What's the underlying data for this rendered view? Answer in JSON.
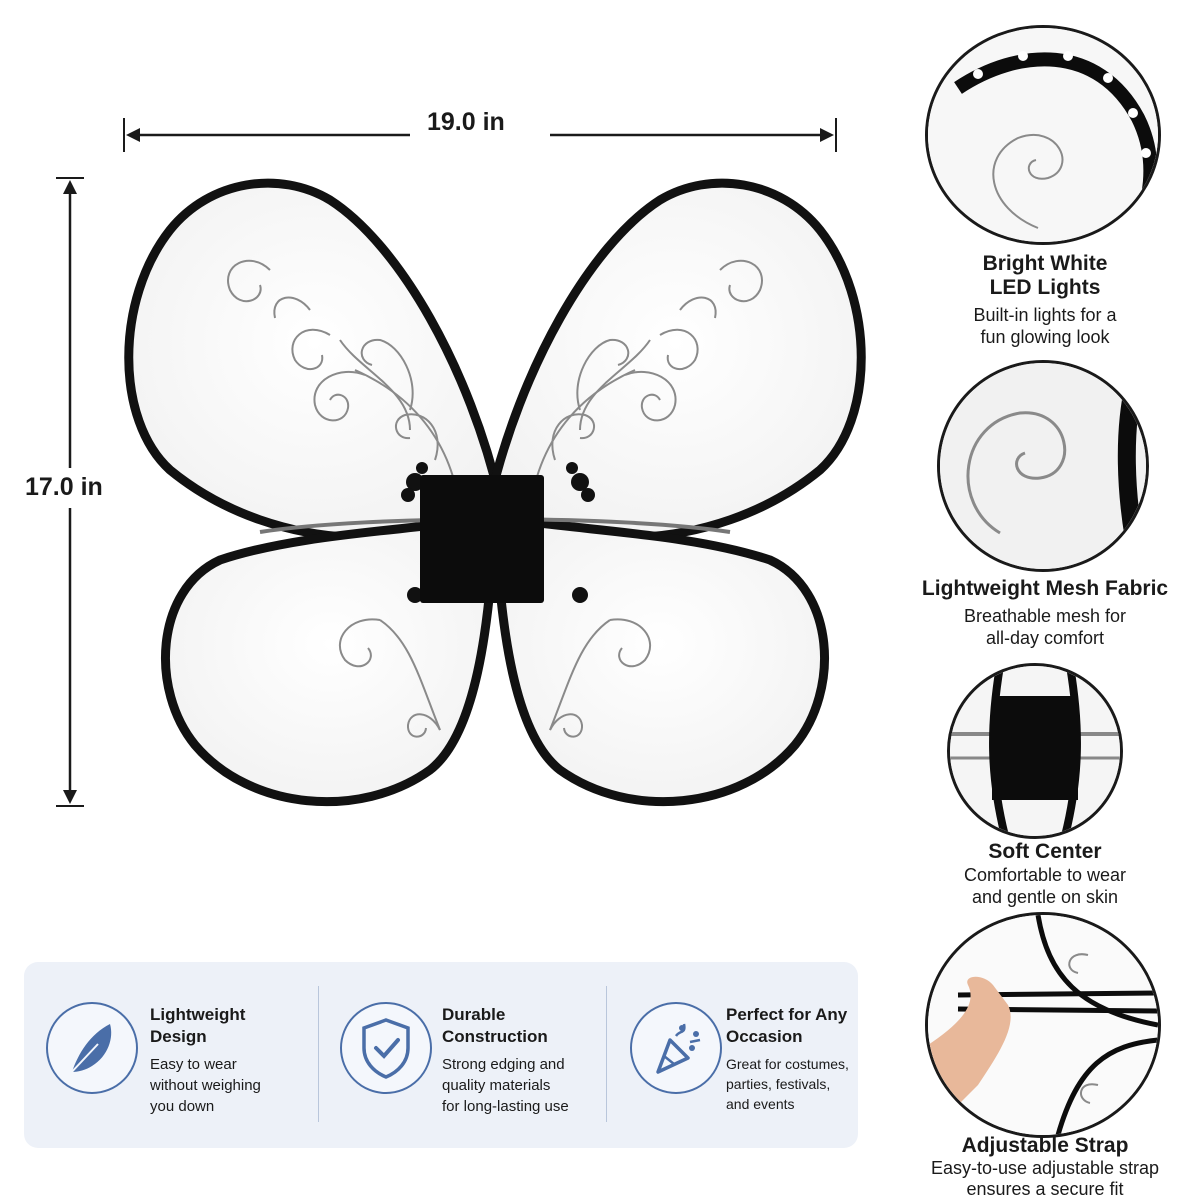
{
  "dimensions": {
    "width_label": "19.0 in",
    "height_label": "17.0 in"
  },
  "features": [
    {
      "title_line1": "Bright White",
      "title_line2": "LED Lights",
      "desc_line1": "Built-in lights for a",
      "desc_line2": "fun glowing look"
    },
    {
      "title_line1": "Lightweight Mesh Fabric",
      "desc_line1": "Breathable mesh for",
      "desc_line2": "all-day comfort"
    },
    {
      "title_line1": "Soft Center",
      "desc_line1": "Comfortable to wear",
      "desc_line2": "and gentle on skin"
    },
    {
      "title_line1": "Adjustable Strap",
      "desc_line1": "Easy-to-use adjustable strap",
      "desc_line2": "ensures a secure fit"
    }
  ],
  "info": [
    {
      "icon": "feather-icon",
      "title_line1": "Lightweight",
      "title_line2": "Design",
      "desc_line1": "Easy to wear",
      "desc_line2": "without weighing",
      "desc_line3": "you down"
    },
    {
      "icon": "shield-check-icon",
      "title_line1": "Durable",
      "title_line2": "Construction",
      "desc_line1": "Strong edging and",
      "desc_line2": "quality materials",
      "desc_line3": "for long-lasting use"
    },
    {
      "icon": "party-popper-icon",
      "title_line1": "Perfect for Any",
      "title_line2": "Occasion",
      "desc_line1": "Great for costumes,",
      "desc_line2": "parties, festivals,",
      "desc_line3": "and events"
    }
  ],
  "colors": {
    "outline": "#1a1a1a",
    "panel_bg": "#edf1f8",
    "icon_accent": "#4a6ea8"
  }
}
